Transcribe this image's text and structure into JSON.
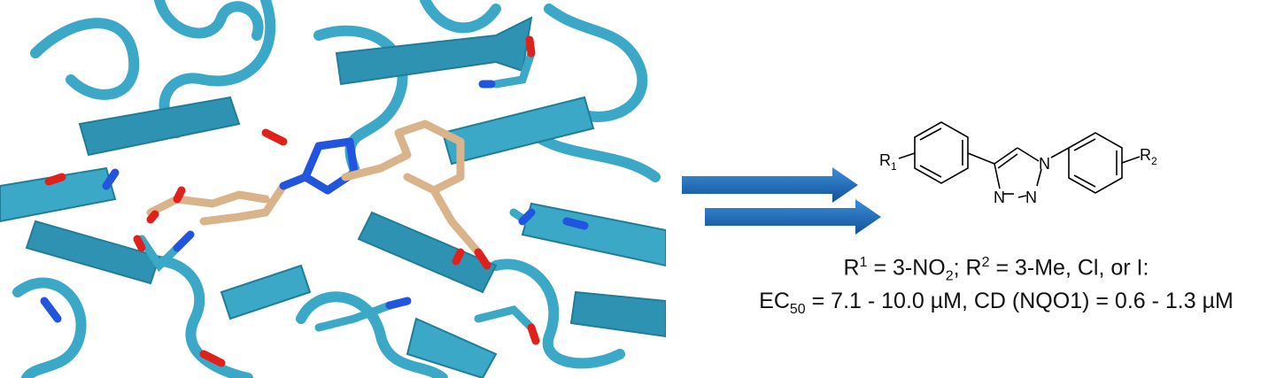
{
  "colors": {
    "ribbon": "#3aa8c6",
    "ribbon_dark": "#1f7d99",
    "ligand": "#d9b48a",
    "oxygen": "#e0211b",
    "nitrogen": "#2255dd",
    "arrow": "#1a6fbf"
  },
  "structure_labels": {
    "r1": "R",
    "r1_sub": "1",
    "r2": "R",
    "r2_sub": "2",
    "n1": "N",
    "n2": "N",
    "n3": "N"
  },
  "caption": {
    "line1": {
      "r1": "R",
      "r1_sup": "1",
      "eq1": " = 3-NO",
      "no2_sub": "2",
      "sep": "; R",
      "r2_sup": "2",
      "eq2": " = 3-Me, Cl, or I:"
    },
    "line2": {
      "ec": "EC",
      "ec_sub": "50",
      "rest": " = 7.1 - 10.0 µM, CD (NQO1) = 0.6 - 1.3 µM"
    }
  }
}
